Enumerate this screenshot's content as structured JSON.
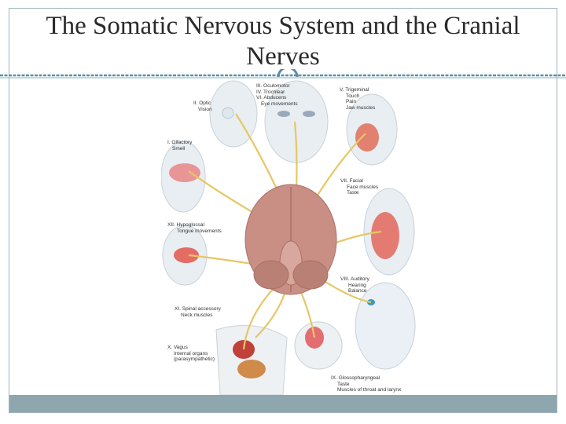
{
  "slide": {
    "title_line1": "The Somatic Nervous System and the Cranial",
    "title_line2": "Nerves"
  },
  "colors": {
    "frame": "#9fb3bd",
    "rule": "#5b8fa8",
    "bottom_bar": "#8ea7ae",
    "nerve": "#e6c766",
    "brain": "#c98f85"
  },
  "labels": {
    "oculomotor": [
      "III. Oculomotor",
      "IV. Trochlear",
      "VI. Abducens",
      "Eye movements"
    ],
    "trigeminal": [
      "V. Trigeminal",
      "Touch",
      "Pain",
      "Jaw muscles"
    ],
    "optic": [
      "II. Optic",
      "Vision"
    ],
    "olfactory": [
      "I. Olfactory",
      "Smell"
    ],
    "facial": [
      "VII. Facial",
      "Face muscles",
      "Taste"
    ],
    "hypoglossal": [
      "XII. Hypoglossal",
      "Tongue movements"
    ],
    "auditory": [
      "VIII. Auditory",
      "Hearing",
      "Balance"
    ],
    "spinal_accessory": [
      "XI. Spinal accessory",
      "Neck muscles"
    ],
    "vagus": [
      "X. Vagus",
      "Internal organs",
      "(parasympathetic)"
    ],
    "glossopharyngeal": [
      "IX. Glossopharyngeal",
      "Taste",
      "Muscles of throat and larynx"
    ]
  }
}
